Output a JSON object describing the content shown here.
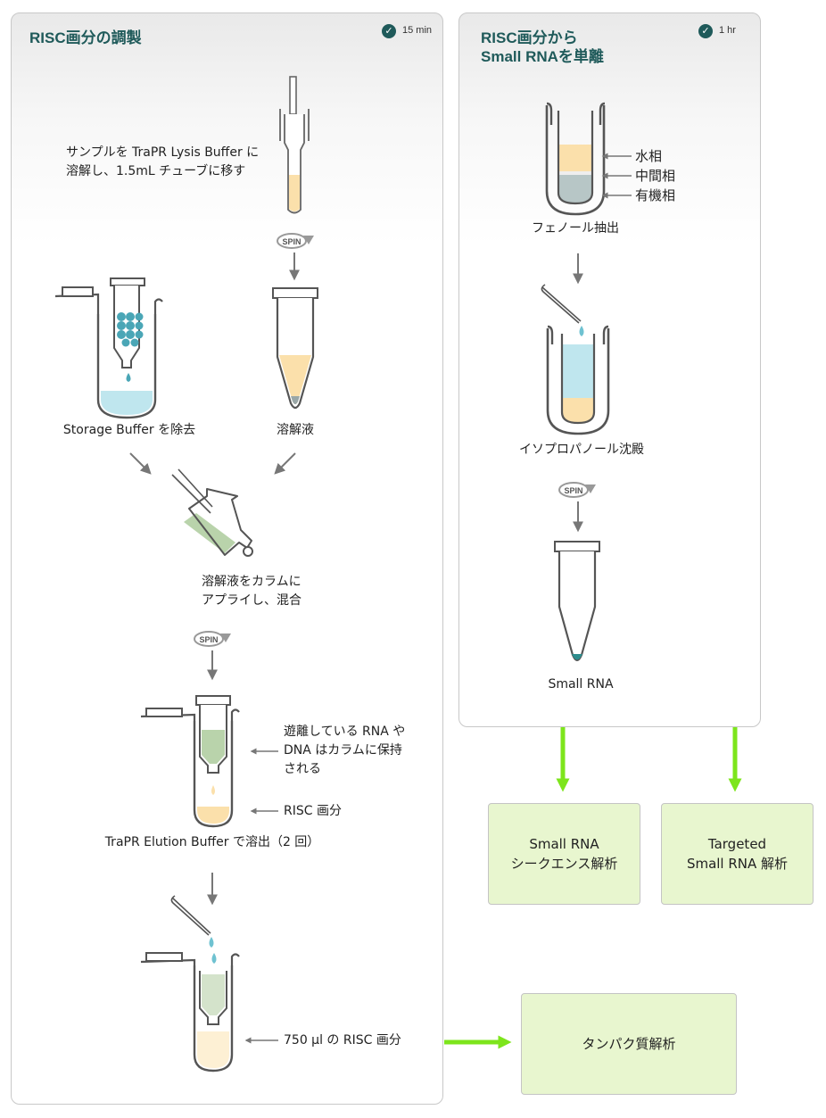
{
  "panels": {
    "left": {
      "title": "RISC画分の調製",
      "time": "15 min"
    },
    "right": {
      "title_line1": "RISC画分から",
      "title_line2": "Small RNAを単離",
      "time": "1 hr"
    }
  },
  "spin_label": "SPIN",
  "left_steps": {
    "dissolve_line1": "サンプルを TraPR Lysis Buffer に",
    "dissolve_line2": "溶解し、1.5mL チューブに移す",
    "storage": "Storage Buffer を除去",
    "lysate": "溶解液",
    "apply_line1": "溶解液をカラムに",
    "apply_line2": "アプライし、混合",
    "retained_line1": "遊離している RNA や",
    "retained_line2": "DNA はカラムに保持",
    "retained_line3": "される",
    "risc_fraction": "RISC 画分",
    "elution": "TraPR Elution Buffer で溶出（2 回）",
    "final": "750 µl の RISC 画分"
  },
  "right_steps": {
    "aqueous": "水相",
    "interphase": "中間相",
    "organic": "有機相",
    "phenol": "フェノール抽出",
    "isopropanol": "イソプロパノール沈殿",
    "small_rna": "Small RNA"
  },
  "outputs": {
    "seq_line1": "Small RNA",
    "seq_line2": "シークエンス解析",
    "targeted_line1": "Targeted",
    "targeted_line2": "Small RNA 解析",
    "protein": "タンパク質解析"
  },
  "colors": {
    "title": "#1f5a5a",
    "lysate": "#fbe0ab",
    "buffer_blue": "#bfe6ee",
    "bead": "#4aa6b6",
    "column_green": "#b9d3ab",
    "output_arrow": "#7de51c",
    "output_box": "#e8f6cf",
    "tube_outline": "#555555"
  }
}
